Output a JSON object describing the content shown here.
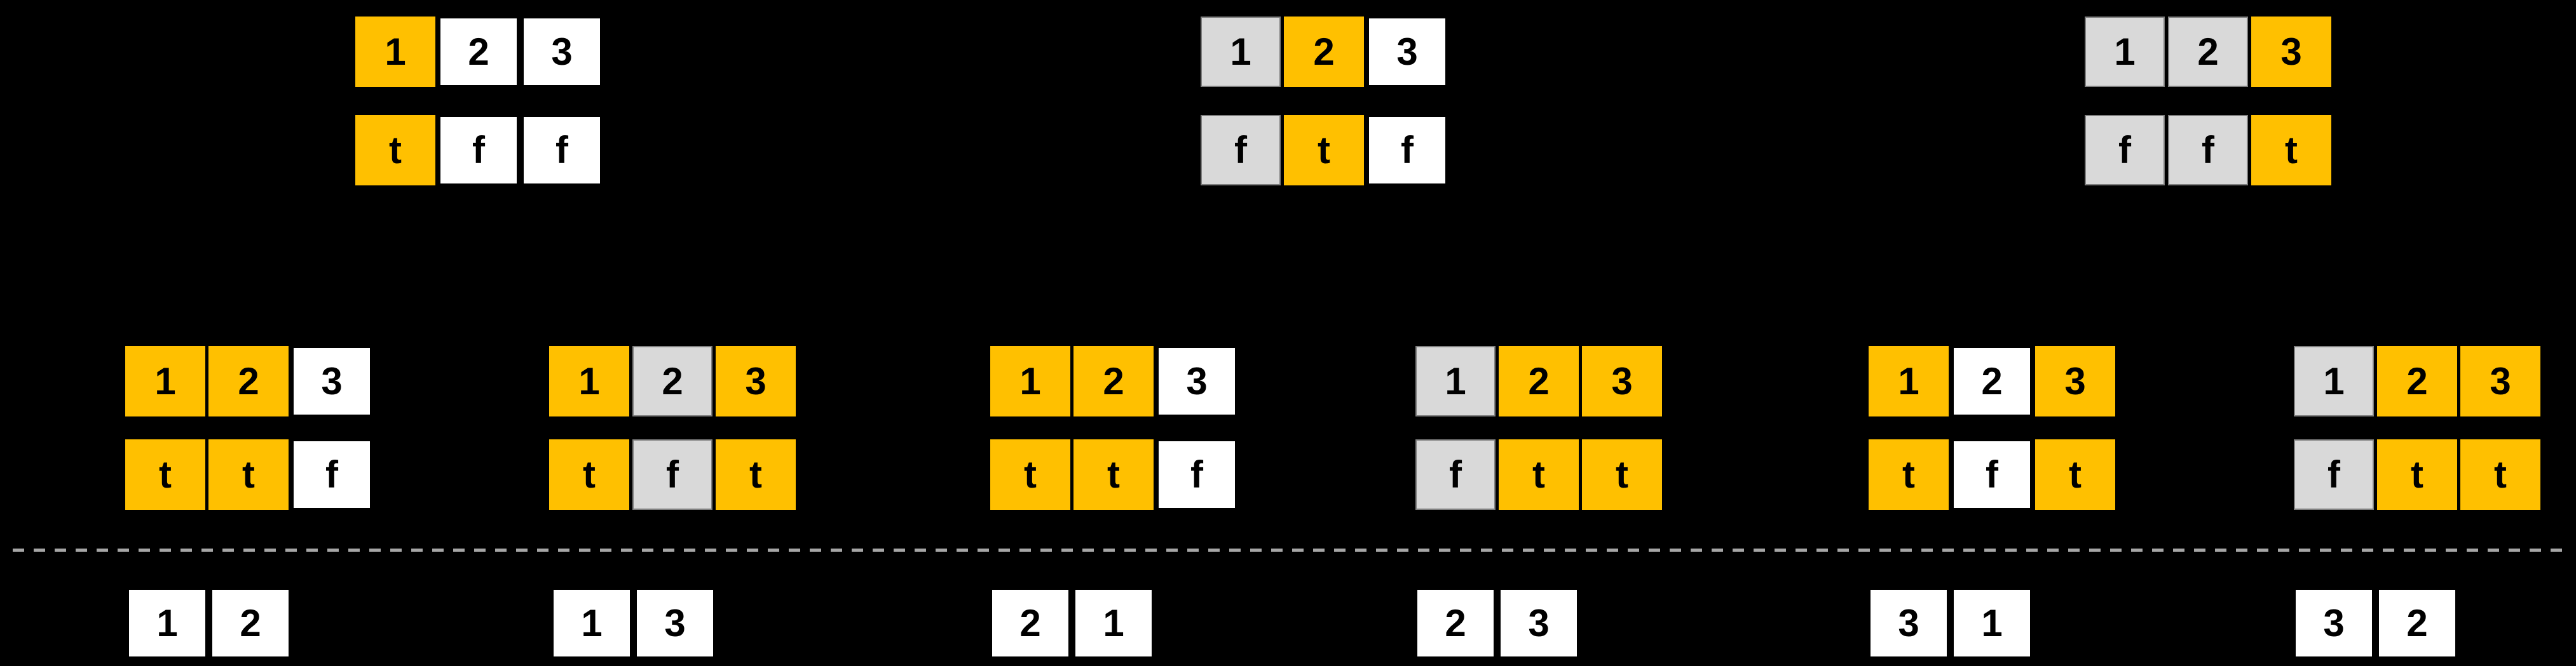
{
  "colors": {
    "active": "#FFC000",
    "visited": "#D9D9D9",
    "empty": "#FFFFFF",
    "background": "#000000",
    "divider": "#A6A6A6"
  },
  "top_row": [
    {
      "nums": [
        {
          "text": "1",
          "state": "active"
        },
        {
          "text": "2",
          "state": "empty"
        },
        {
          "text": "3",
          "state": "empty"
        }
      ],
      "used": [
        {
          "text": "t",
          "state": "active"
        },
        {
          "text": "f",
          "state": "empty"
        },
        {
          "text": "f",
          "state": "empty"
        }
      ]
    },
    {
      "nums": [
        {
          "text": "1",
          "state": "visited"
        },
        {
          "text": "2",
          "state": "active"
        },
        {
          "text": "3",
          "state": "empty"
        }
      ],
      "used": [
        {
          "text": "f",
          "state": "visited"
        },
        {
          "text": "t",
          "state": "active"
        },
        {
          "text": "f",
          "state": "empty"
        }
      ]
    },
    {
      "nums": [
        {
          "text": "1",
          "state": "visited"
        },
        {
          "text": "2",
          "state": "visited"
        },
        {
          "text": "3",
          "state": "active"
        }
      ],
      "used": [
        {
          "text": "f",
          "state": "visited"
        },
        {
          "text": "f",
          "state": "visited"
        },
        {
          "text": "t",
          "state": "active"
        }
      ]
    }
  ],
  "middle_row": [
    {
      "nums": [
        {
          "text": "1",
          "state": "active"
        },
        {
          "text": "2",
          "state": "active"
        },
        {
          "text": "3",
          "state": "empty"
        }
      ],
      "used": [
        {
          "text": "t",
          "state": "active"
        },
        {
          "text": "t",
          "state": "active"
        },
        {
          "text": "f",
          "state": "empty"
        }
      ]
    },
    {
      "nums": [
        {
          "text": "1",
          "state": "active"
        },
        {
          "text": "2",
          "state": "visited"
        },
        {
          "text": "3",
          "state": "active"
        }
      ],
      "used": [
        {
          "text": "t",
          "state": "active"
        },
        {
          "text": "f",
          "state": "visited"
        },
        {
          "text": "t",
          "state": "active"
        }
      ]
    },
    {
      "nums": [
        {
          "text": "1",
          "state": "active"
        },
        {
          "text": "2",
          "state": "active"
        },
        {
          "text": "3",
          "state": "empty"
        }
      ],
      "used": [
        {
          "text": "t",
          "state": "active"
        },
        {
          "text": "t",
          "state": "active"
        },
        {
          "text": "f",
          "state": "empty"
        }
      ]
    },
    {
      "nums": [
        {
          "text": "1",
          "state": "visited"
        },
        {
          "text": "2",
          "state": "active"
        },
        {
          "text": "3",
          "state": "active"
        }
      ],
      "used": [
        {
          "text": "f",
          "state": "visited"
        },
        {
          "text": "t",
          "state": "active"
        },
        {
          "text": "t",
          "state": "active"
        }
      ]
    },
    {
      "nums": [
        {
          "text": "1",
          "state": "active"
        },
        {
          "text": "2",
          "state": "empty"
        },
        {
          "text": "3",
          "state": "active"
        }
      ],
      "used": [
        {
          "text": "t",
          "state": "active"
        },
        {
          "text": "f",
          "state": "empty"
        },
        {
          "text": "t",
          "state": "active"
        }
      ]
    },
    {
      "nums": [
        {
          "text": "1",
          "state": "visited"
        },
        {
          "text": "2",
          "state": "active"
        },
        {
          "text": "3",
          "state": "active"
        }
      ],
      "used": [
        {
          "text": "f",
          "state": "visited"
        },
        {
          "text": "t",
          "state": "active"
        },
        {
          "text": "t",
          "state": "active"
        }
      ]
    }
  ],
  "bottom_row": [
    {
      "cells": [
        "1",
        "2"
      ]
    },
    {
      "cells": [
        "1",
        "3"
      ]
    },
    {
      "cells": [
        "2",
        "1"
      ]
    },
    {
      "cells": [
        "2",
        "3"
      ]
    },
    {
      "cells": [
        "3",
        "1"
      ]
    },
    {
      "cells": [
        "3",
        "2"
      ]
    }
  ]
}
